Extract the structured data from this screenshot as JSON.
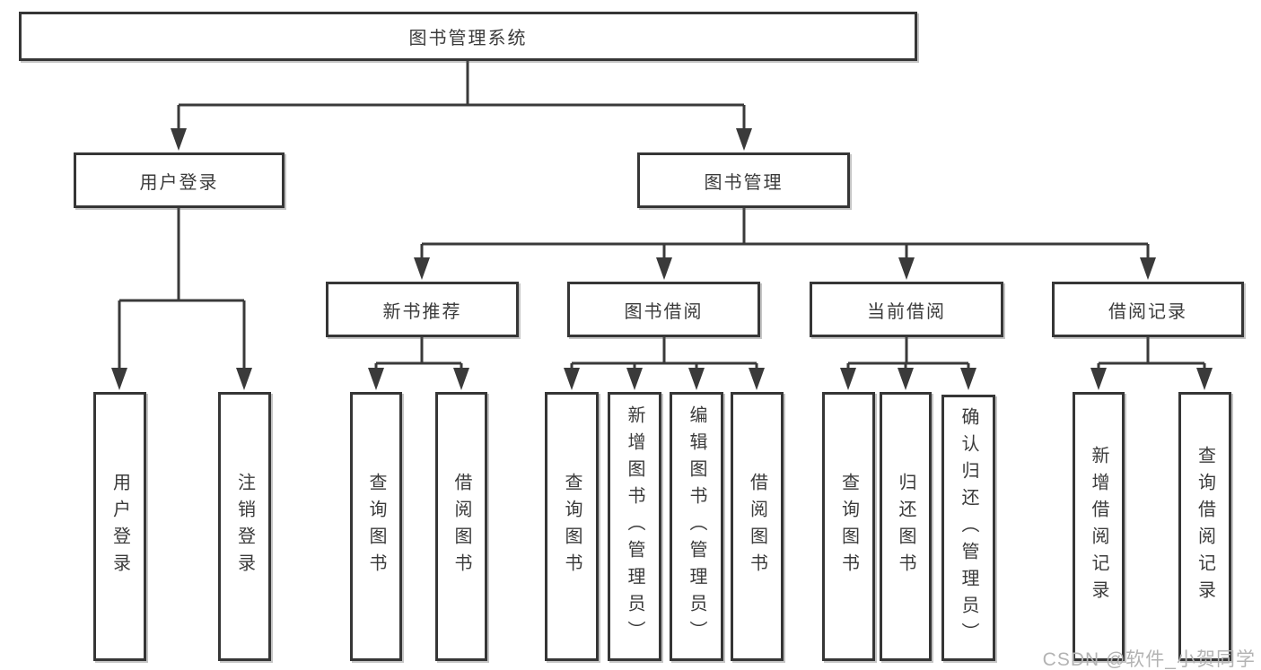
{
  "diagram": {
    "root": {
      "label": "图书管理系统"
    },
    "level2": [
      {
        "label": "用户登录",
        "leaves": [
          "用户登录",
          "注销登录"
        ]
      },
      {
        "label": "图书管理",
        "groups": [
          {
            "label": "新书推荐",
            "leaves": [
              "查询图书",
              "借阅图书"
            ]
          },
          {
            "label": "图书借阅",
            "leaves": [
              "查询图书",
              "新增图书（管理员）",
              "编辑图书（管理员）",
              "借阅图书"
            ]
          },
          {
            "label": "当前借阅",
            "leaves": [
              "查询图书",
              "归还图书",
              "确认归还（管理员）"
            ]
          },
          {
            "label": "借阅记录",
            "leaves": [
              "新增借阅记录",
              "查询借阅记录"
            ]
          }
        ]
      }
    ]
  },
  "watermark": {
    "text": "CSDN @软件_小贺同学"
  },
  "colors": {
    "line": "#3a3a3a",
    "border": "#363636",
    "text": "#3b3b3b",
    "watermark": "#b3b3b3",
    "background": "#ffffff"
  }
}
